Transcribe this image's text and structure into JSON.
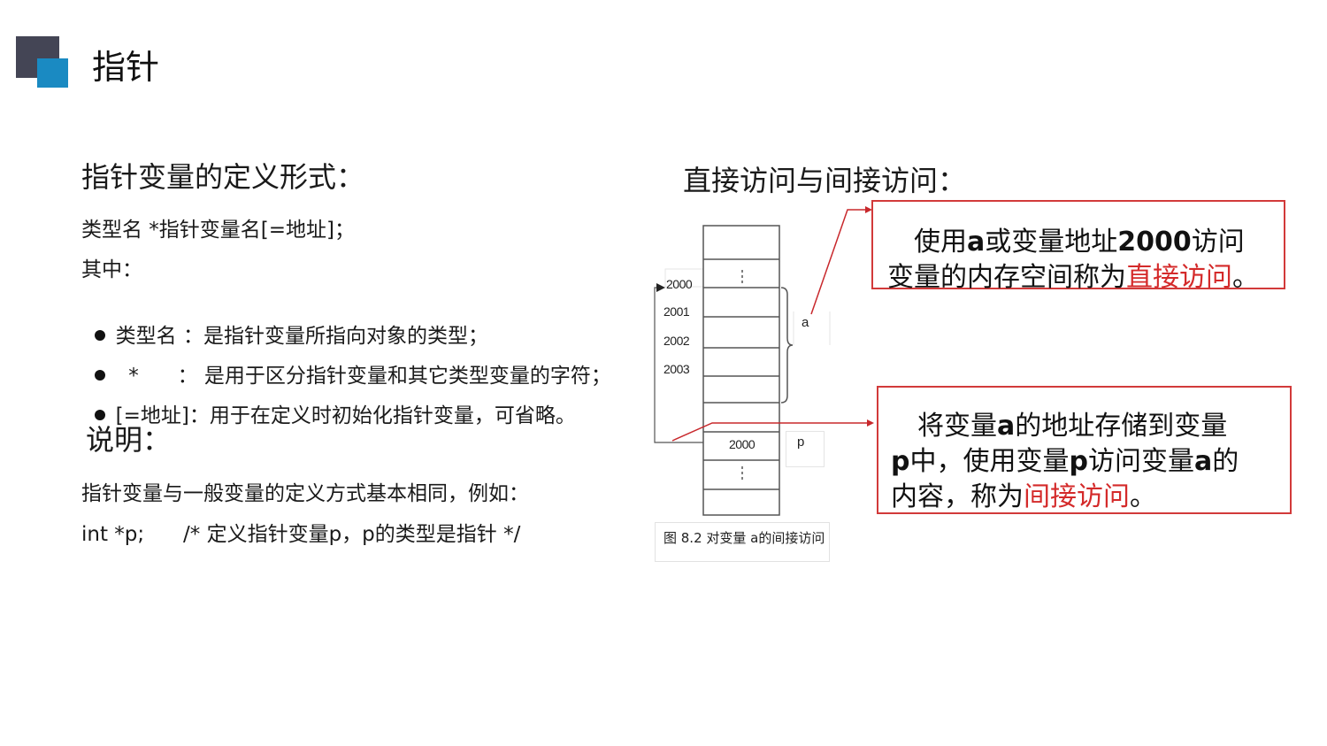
{
  "header": {
    "title": "指针",
    "logo_colors": {
      "dark": "#444555",
      "accent": "#1a8ac2"
    }
  },
  "left": {
    "definition_heading": "指针变量的定义形式：",
    "syntax_line": "类型名 *指针变量名[=地址]；",
    "where_label": "其中：",
    "bullets": [
      {
        "term": "类型名 ",
        "text": "：是指针变量所指向对象的类型；"
      },
      {
        "term": "  *      ",
        "text": "： 是用于区分指针变量和其它类型变量的字符；"
      },
      {
        "term": "[=地址]",
        "text": "：用于在定义时初始化指针变量，可省略。"
      }
    ],
    "explain_heading": "说明：",
    "explain_line": "指针变量与一般变量的定义方式基本相同，例如：",
    "code_line": "int *p;      /* 定义指针变量p，p的类型是指针 */"
  },
  "right": {
    "heading": "直接访问与间接访问：",
    "direct_box": {
      "parts": [
        {
          "text": "　使用",
          "style": "normal"
        },
        {
          "text": "a",
          "style": "bold"
        },
        {
          "text": "或变量地址",
          "style": "normal"
        },
        {
          "text": "2000",
          "style": "bold"
        },
        {
          "text": "访问",
          "style": "normal"
        },
        {
          "text": "变量的内存空间称为",
          "style": "normal"
        },
        {
          "text": "直接访问",
          "style": "highlight"
        },
        {
          "text": "。",
          "style": "normal"
        }
      ]
    },
    "indirect_box": {
      "parts": [
        {
          "text": "　将变量",
          "style": "normal"
        },
        {
          "text": "a",
          "style": "bold"
        },
        {
          "text": "的地址存储到变量",
          "style": "normal"
        },
        {
          "text": "p",
          "style": "bold"
        },
        {
          "text": "中，使用变量",
          "style": "normal"
        },
        {
          "text": "p",
          "style": "bold"
        },
        {
          "text": "访问变量",
          "style": "normal"
        },
        {
          "text": "a",
          "style": "bold"
        },
        {
          "text": "的",
          "style": "normal"
        },
        {
          "text": "内容，称为",
          "style": "normal"
        },
        {
          "text": "间接访问",
          "style": "highlight"
        },
        {
          "text": "。",
          "style": "normal"
        }
      ]
    },
    "highlight_color": "#d42a2a",
    "diagram": {
      "addresses": [
        "2000",
        "2001",
        "2002",
        "2003"
      ],
      "pointer_cell_value": "2000",
      "var_a_label": "a",
      "var_p_label": "p",
      "ellipsis": "⋮",
      "caption": "图 8.2  对变量 a的间接访问"
    }
  }
}
